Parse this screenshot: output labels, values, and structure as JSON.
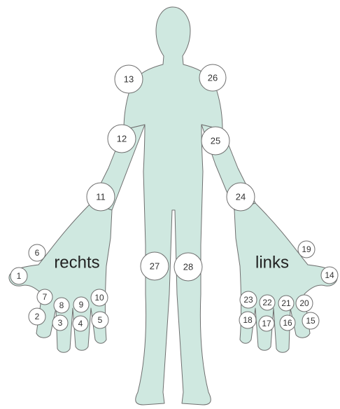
{
  "labels": {
    "right": "rechts",
    "left": "links"
  },
  "markers": [
    "13",
    "26",
    "12",
    "25",
    "11",
    "24",
    "6",
    "1",
    "7",
    "8",
    "9",
    "10",
    "2",
    "3",
    "4",
    "5",
    "27",
    "28",
    "19",
    "14",
    "23",
    "22",
    "21",
    "20",
    "18",
    "17",
    "16",
    "15"
  ],
  "colors": {
    "body_fill": "#cfe8e0",
    "outline": "#6f6f6f",
    "marker_fill": "#ffffff",
    "text": "#333333"
  }
}
